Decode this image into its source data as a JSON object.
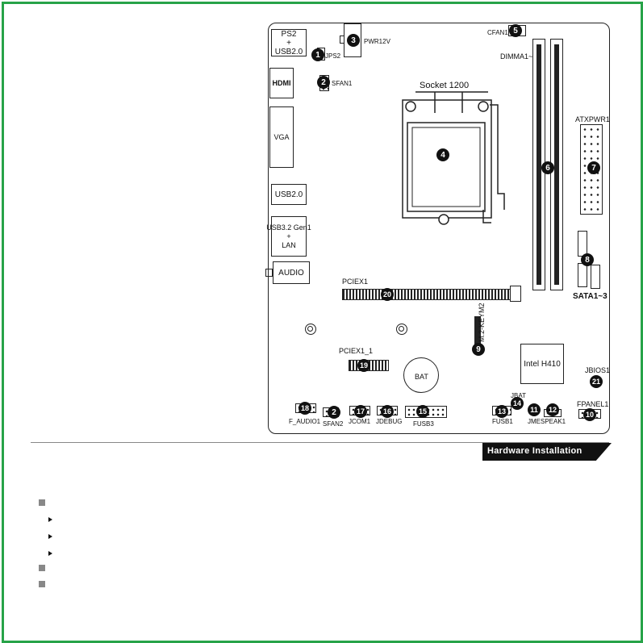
{
  "section_title": "Hardware Installation",
  "labels": {
    "ps2_usb": "PS2\n+\nUSB2.0",
    "jps2": "JPS2",
    "pwr12v": "PWR12V",
    "cfan1": "CFAN1",
    "dimm": "DIMMA1~2",
    "hdmi": "HDMI",
    "sfan1": "SFAN1",
    "socket": "Socket 1200",
    "vga": "VGA",
    "atxpwr1": "ATXPWR1",
    "usb20": "USB2.0",
    "usb32": "USB3.2 Gen1\n+\nLAN",
    "audio": "AUDIO",
    "sata": "SATA1~3",
    "pciex1": "PCIEX1",
    "m2": "M.2-KEYM2",
    "pciex1_1": "PCIEX1_1",
    "bat": "BAT",
    "h410": "Intel H410",
    "jbios1": "JBIOS1",
    "jbat": "JBAT",
    "fpanel1": "FPANEL1",
    "f_audio1": "F_AUDIO1",
    "sfan2": "SFAN2",
    "jcom1": "JCOM1",
    "jdebug": "JDEBUG",
    "fusb3": "FUSB3",
    "fusb1": "FUSB1",
    "jme": "JME",
    "speak1": "SPEAK1"
  },
  "callouts": [
    "1",
    "2",
    "3",
    "4",
    "5",
    "6",
    "7",
    "8",
    "9",
    "10",
    "11",
    "12",
    "13",
    "14",
    "15",
    "16",
    "17",
    "18",
    "19",
    "20",
    "21",
    "2"
  ]
}
